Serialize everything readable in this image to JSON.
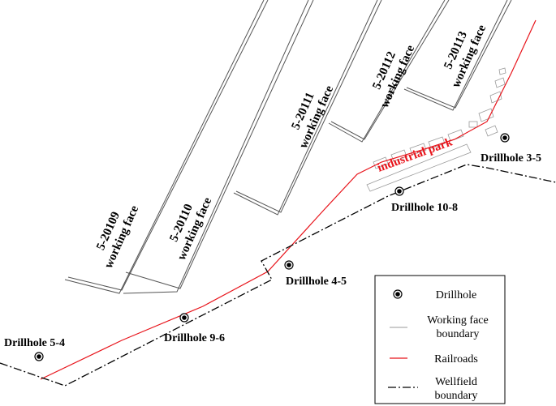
{
  "colors": {
    "railroad": "#e8141b",
    "park_label": "#e8141b",
    "face_boundary": "#555555",
    "wellfield_boundary": "#000000",
    "building_outline": "#9a9a9a"
  },
  "working_faces": [
    {
      "id": "5-20109",
      "line1": "5-20109",
      "line2": "working face"
    },
    {
      "id": "5-20110",
      "line1": "5-20110",
      "line2": "working face"
    },
    {
      "id": "5-20111",
      "line1": "5-20111",
      "line2": "working face"
    },
    {
      "id": "5-20112",
      "line1": "5-20112",
      "line2": "working face"
    },
    {
      "id": "5-20113",
      "line1": "5-20113",
      "line2": "working face"
    }
  ],
  "drillholes": [
    {
      "label": "Drillhole 3-5"
    },
    {
      "label": "Drillhole 10-8"
    },
    {
      "label": "Drillhole 4-5"
    },
    {
      "label": "Drillhole 9-6"
    },
    {
      "label": "Drillhole 5-4"
    }
  ],
  "industrial_park": {
    "label": "industrial park"
  },
  "legend": {
    "drillhole": "Drillhole",
    "face_line1": "Working face",
    "face_line2": "boundary",
    "railroads": "Railroads",
    "wellfield_line1": "Wellfield",
    "wellfield_line2": "boundary"
  }
}
